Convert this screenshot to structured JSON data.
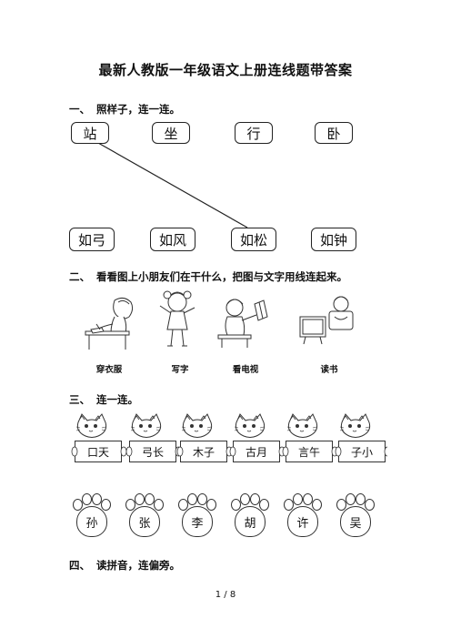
{
  "title": "最新人教版一年级语文上册连线题带答案",
  "section1": {
    "num": "一、",
    "text": "照样子，连一连。",
    "top_words": [
      "站",
      "坐",
      "行",
      "卧"
    ],
    "bottom_words": [
      "如弓",
      "如风",
      "如松",
      "如钟"
    ]
  },
  "section2": {
    "num": "二、",
    "text": "看看图上小朋友们在干什么，把图与文字用线连起来。",
    "captions": [
      "穿衣服",
      "写字",
      "看电视",
      "读书"
    ]
  },
  "section3": {
    "num": "三、",
    "text": "连一连。",
    "cat_labels": [
      "口天",
      "弓长",
      "木子",
      "古月",
      "言午",
      "子小"
    ],
    "paw_chars": [
      "孙",
      "张",
      "李",
      "胡",
      "许",
      "吴"
    ]
  },
  "section4": {
    "num": "四、",
    "text": "读拼音，连偏旁。"
  },
  "page_number": "1 / 8"
}
